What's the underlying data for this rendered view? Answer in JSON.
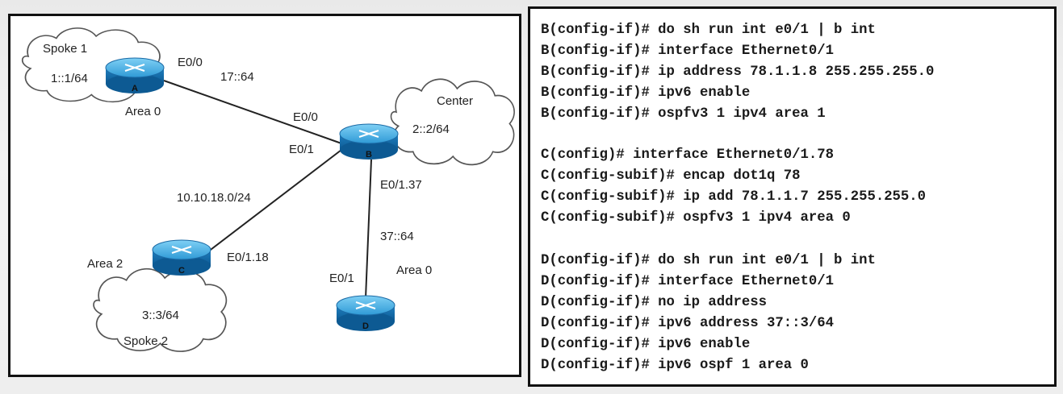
{
  "diagram": {
    "routers": [
      {
        "id": "A",
        "label": "A"
      },
      {
        "id": "B",
        "label": "B"
      },
      {
        "id": "C",
        "label": "C"
      },
      {
        "id": "D",
        "label": "D"
      }
    ],
    "clouds": [
      {
        "id": "spoke1",
        "name": "Spoke 1",
        "prefix": "1::1/64"
      },
      {
        "id": "center",
        "name": "Center",
        "prefix": "2::2/64"
      },
      {
        "id": "spoke2",
        "name": "Spoke 2",
        "prefix": "3::3/64"
      }
    ],
    "labels": {
      "a_e00": "E0/0",
      "ab_subnet": "17::64",
      "b_e00": "E0/0",
      "b_e01": "E0/1",
      "b_e0137": "E0/1.37",
      "bc_subnet": "10.10.18.0/24",
      "c_e0118": "E0/1.18",
      "bd_subnet": "37::64",
      "d_e01": "E0/1",
      "area_a": "Area 0",
      "area_c": "Area 2",
      "area_d": "Area 0"
    }
  },
  "config": {
    "blocks": [
      {
        "device": "B",
        "lines": [
          "B(config-if)# do sh run int e0/1 | b int",
          "B(config-if)# interface Ethernet0/1",
          "B(config-if)# ip address 78.1.1.8 255.255.255.0",
          "B(config-if)# ipv6 enable",
          "B(config-if)# ospfv3 1 ipv4 area 1"
        ]
      },
      {
        "device": "C",
        "lines": [
          "C(config)# interface Ethernet0/1.78",
          "C(config-subif)# encap dot1q 78",
          "C(config-subif)# ip add 78.1.1.7 255.255.255.0",
          "C(config-subif)# ospfv3 1 ipv4 area 0"
        ]
      },
      {
        "device": "D",
        "lines": [
          "D(config-if)# do sh run int e0/1 | b int",
          "D(config-if)# interface Ethernet0/1",
          "D(config-if)# no ip address",
          "D(config-if)# ipv6 address 37::3/64",
          "D(config-if)# ipv6 enable",
          "D(config-if)# ipv6 ospf 1 area 0"
        ]
      }
    ]
  }
}
